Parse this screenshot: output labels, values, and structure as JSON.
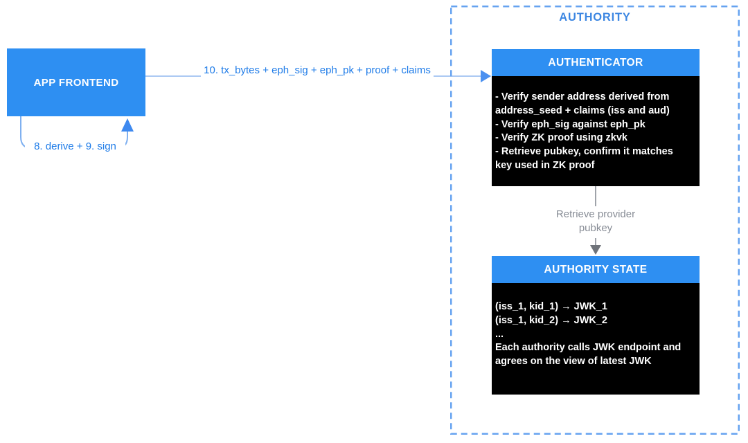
{
  "colors": {
    "node_blue": "#2e8ff2",
    "body_black": "#000000",
    "dashed_border": "#66a3f0",
    "label_blue": "#1f7ce8",
    "container_title_blue": "#3d87e2",
    "edge_light_blue": "#abc9f3",
    "edge_arrowhead_blue": "#4a90f0",
    "self_loop_blue": "#7fb0f0",
    "edge_gray": "#9fa3aa",
    "gray_arrowhead": "#6f737a",
    "gray_text": "#878c95"
  },
  "container": {
    "title": "AUTHORITY"
  },
  "nodes": {
    "app_frontend": {
      "title": "APP FRONTEND"
    },
    "authenticator": {
      "title": "AUTHENTICATOR",
      "body_lines": [
        "- Verify sender address derived from",
        "address_seed + claims (iss and aud)",
        "- Verify eph_sig against eph_pk",
        "- Verify ZK proof using zkvk",
        "- Retrieve pubkey, confirm it matches",
        "key used in ZK proof"
      ]
    },
    "authority_state": {
      "title": "AUTHORITY STATE",
      "body_lines": [
        "(iss_1, kid_1) → JWK_1",
        "(iss_1, kid_2) → JWK_2",
        "...",
        "Each authority calls JWK endpoint and",
        "agrees on the view of latest JWK"
      ]
    }
  },
  "edges": {
    "frontend_to_authenticator": {
      "label": "10. tx_bytes + eph_sig + eph_pk + proof + claims"
    },
    "frontend_self_loop": {
      "label": "8. derive + 9. sign"
    },
    "authenticator_to_state": {
      "label": "Retrieve provider pubkey"
    }
  }
}
